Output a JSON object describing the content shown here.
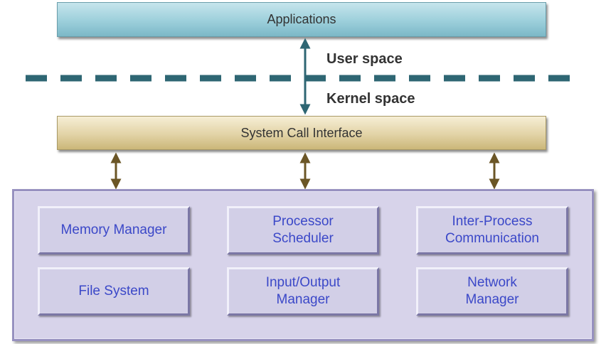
{
  "top_bar": {
    "label": "Applications"
  },
  "interface_bar": {
    "label": "System Call Interface"
  },
  "boundary": {
    "user_label": "User space",
    "kernel_label": "Kernel space"
  },
  "modules": [
    "Memory Manager",
    "Processor Scheduler",
    "Inter-Process Communication",
    "File System",
    "Input/Output Manager",
    "Network Manager"
  ],
  "colors": {
    "divider": "#2e6673",
    "main_arrow": "#2e6673",
    "sub_arrows": "#6b5626",
    "module_text": "#3b48c8"
  }
}
